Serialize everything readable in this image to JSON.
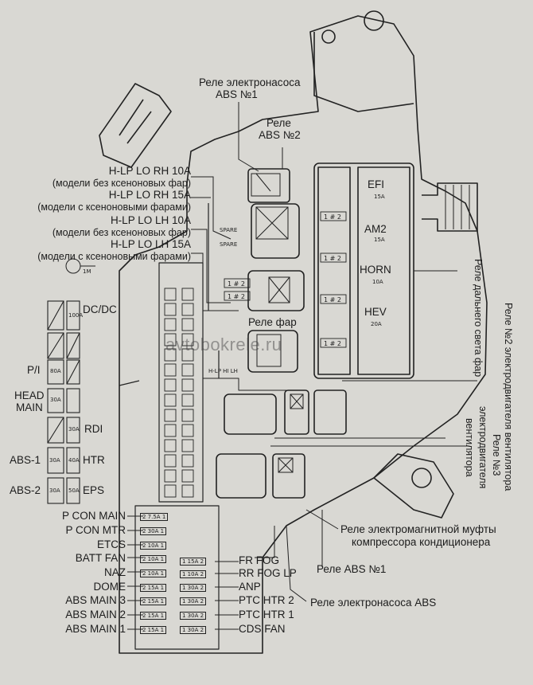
{
  "watermark": "avtobokrele.ru",
  "top_labels": {
    "abs_pump_relay_1": "Реле электронасоса",
    "abs_pump_relay_2": "ABS №1",
    "abs_relay2_1": "Реле",
    "abs_relay2_2": "ABS №2"
  },
  "left_labels": {
    "hlp_lo_rh_10": "H-LP LO RH 10A",
    "hlp_lo_rh_10_note": "(модели без ксеноновых фар)",
    "hlp_lo_rh_15": "H-LP LO RH 15A",
    "hlp_lo_rh_15_note": "(модели с ксеноновыми фарами)",
    "hlp_lo_lh_10": "H-LP LO LH 10A",
    "hlp_lo_lh_10_note": "(модели без ксеноновых фар)",
    "hlp_lo_lh_15": "H-LP LO LH 15A",
    "hlp_lo_lh_15_note": "(модели с ксеноновыми фарами)",
    "m1": "1M",
    "dcdc": "DC/DC",
    "p_i": "P/I",
    "head": "HEAD",
    "main": "MAIN",
    "rdi": "RDI",
    "abs1": "ABS-1",
    "htr": "HTR",
    "abs2": "ABS-2",
    "eps": "EPS"
  },
  "lower_left_fuses": [
    "P CON MAIN",
    "P CON MTR",
    "ETCS",
    "BATT FAN",
    "NAZ",
    "DOME",
    "ABS MAIN 3",
    "ABS MAIN 2",
    "ABS MAIN 1"
  ],
  "lower_right_fuses": [
    "FR FOG",
    "RR FOG LP",
    "ANP",
    "PTC HTR 2",
    "PTC HTR 1",
    "CDS FAN"
  ],
  "fuse_values_left": [
    "7.5A",
    "30A",
    "10A",
    "10A",
    "10A",
    "15A",
    "15A",
    "15A",
    "15A"
  ],
  "fuse_values_right": [
    "15A",
    "10A",
    "30A",
    "30A",
    "30A",
    "30A"
  ],
  "right_fuses": [
    {
      "name": "EFI",
      "rating": "15A"
    },
    {
      "name": "AM2",
      "rating": "15A"
    },
    {
      "name": "HORN",
      "rating": "10A"
    },
    {
      "name": "HEV",
      "rating": "20A"
    }
  ],
  "small_fuse_labels": {
    "spare": "SPARE",
    "hlp_hi_lh": "H-LP HI LH",
    "dcdc_rating": "100A",
    "p_i_rating": "80A",
    "head_main_rating": "30A",
    "rdi_rating": "30A",
    "abs1_rating": "30A",
    "htr_rating": "40A",
    "abs2_rating": "30A",
    "eps_rating": "50A"
  },
  "relay_labels": {
    "headlamp_relay": "Реле фар",
    "ac_clutch_relay_1": "Реле электромагнитной муфты",
    "ac_clutch_relay_2": "компрессора кондиционера",
    "abs_relay_1": "Реле ABS №1",
    "abs_pump_relay": "Реле электронасоса ABS"
  },
  "vertical_labels": {
    "high_beam_relay": "Реле дальнего света фар",
    "fan_relay_2": "Реле №2 электродвигателя вентилятора",
    "fan_relay_3a": "Реле №3",
    "fan_relay_3b": "электродвигателя",
    "fan_relay_3c": "вентилятора"
  }
}
